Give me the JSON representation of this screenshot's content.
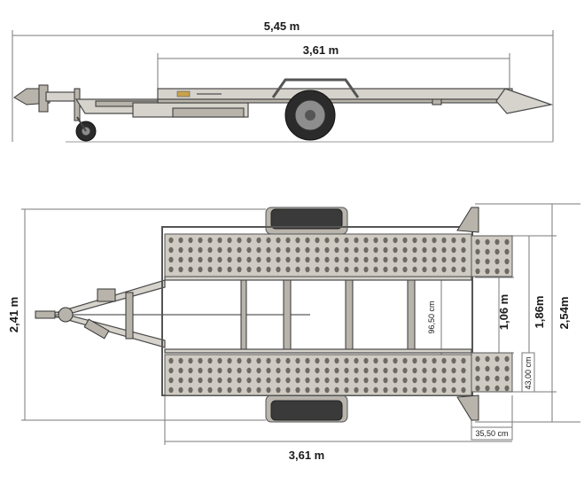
{
  "dimensions": {
    "overall_length": "5,45 m",
    "bed_length_side": "3,61 m",
    "bed_length_top": "3,61 m",
    "overall_width_left": "2,41 m",
    "overall_width_right": "2,54m",
    "outer_track": "1,86m",
    "inner_gap": "1,06 m",
    "inner_gap_cm": "96,50 cm",
    "ramp_width": "43,00 cm",
    "ramp_length": "35,50 cm"
  },
  "colors": {
    "frame": "#d6d3cc",
    "tire": "#2b2b2b",
    "dimension_line": "#7a7a7a"
  }
}
